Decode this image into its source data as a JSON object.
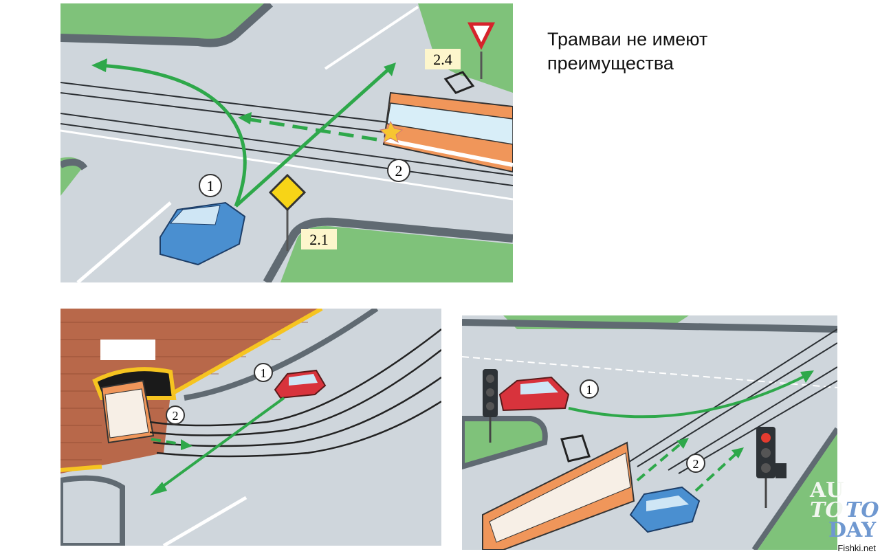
{
  "caption": {
    "line1": "Трамваи не имеют",
    "line2": "преимущества"
  },
  "panel_top": {
    "car_label": "1",
    "tram_label": "2",
    "sign_yield": "2.4",
    "sign_main_road": "2.1"
  },
  "panel_bottom_left": {
    "car_label": "1",
    "tram_label": "2"
  },
  "panel_bottom_right": {
    "car_label": "1",
    "tram_label": "2"
  },
  "watermark": {
    "line1": "AU",
    "line2a": "TO",
    "line2b": "TO",
    "line3": "DAY",
    "site": "Fishki.net"
  },
  "colors": {
    "road": "#cfd6dc",
    "grass": "#7fc27a",
    "arrow": "#2ea84a",
    "tram": "#f0965a",
    "car_blue": "#4a8fd0",
    "car_red": "#d8333c"
  }
}
